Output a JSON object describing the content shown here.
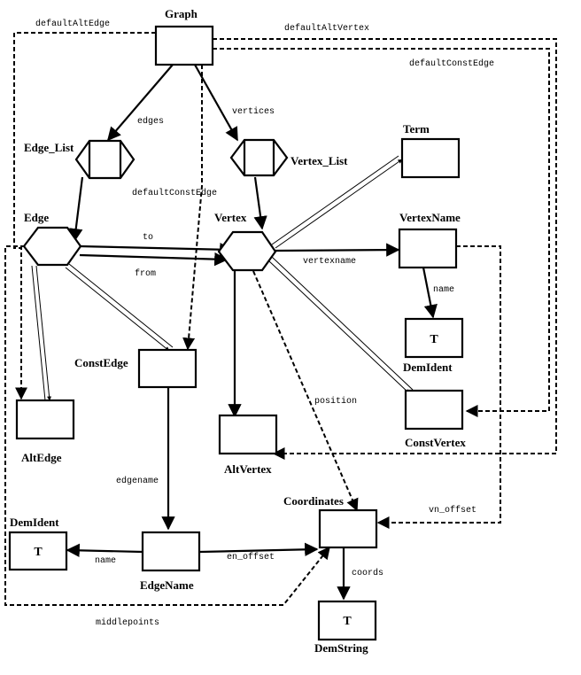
{
  "nodes": {
    "graph": "Graph",
    "edge_list": "Edge_List",
    "vertex_list": "Vertex_List",
    "term": "Term",
    "edge": "Edge",
    "vertex": "Vertex",
    "vertexname": "VertexName",
    "constedge": "ConstEdge",
    "demident_right": "DemIdent",
    "constvertex": "ConstVertex",
    "altedge": "AltEdge",
    "altvertex": "AltVertex",
    "coordinates": "Coordinates",
    "demident_left": "DemIdent",
    "edgename": "EdgeName",
    "demstring": "DemString",
    "t_symbol": "T"
  },
  "edges": {
    "defaultaltedge": "defaultAltEdge",
    "defaultaltvertex": "defaultAltVertex",
    "defaultconstedge_top": "defaultConstEdge",
    "edges": "edges",
    "vertices": "vertices",
    "defaultconstedge_mid": "defaultConstEdge",
    "to": "to",
    "from": "from",
    "vertexname": "vertexname",
    "name_vertex": "name",
    "position": "position",
    "edgename": "edgename",
    "vn_offset": "vn_offset",
    "en_offset": "en_offset",
    "name_edge": "name",
    "coords": "coords",
    "middlepoints": "middlepoints"
  }
}
